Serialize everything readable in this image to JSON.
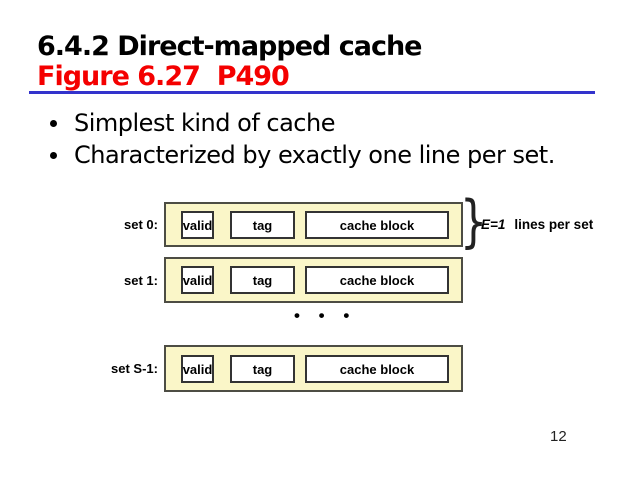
{
  "slide": {
    "title": "6.4.2 Direct-mapped cache",
    "subtitle": "Figure 6.27  P490",
    "bullets": [
      "Simplest kind of cache",
      "Characterized by exactly one line per set."
    ],
    "page_number": "12"
  },
  "diagram": {
    "rows": [
      {
        "label": "set 0:",
        "cells": [
          "valid",
          "tag",
          "cache block"
        ]
      },
      {
        "label": "set 1:",
        "cells": [
          "valid",
          "tag",
          "cache block"
        ]
      },
      {
        "label": "set S-1:",
        "cells": [
          "valid",
          "tag",
          "cache block"
        ]
      }
    ],
    "brace_glyph": "}",
    "annotation": {
      "e_term": "E=1",
      "text": "lines per set"
    },
    "ellipsis": "• • •"
  },
  "colors": {
    "background": "#FFFFFF",
    "title_text": "#000000",
    "subtitle_red": "#F40000",
    "rule_blue": "#3333CC",
    "row_fill_yellow": "#FAF6C8",
    "row_border": "#4D4D44",
    "cell_fill": "#FFFFFF",
    "cell_border": "#333333"
  }
}
